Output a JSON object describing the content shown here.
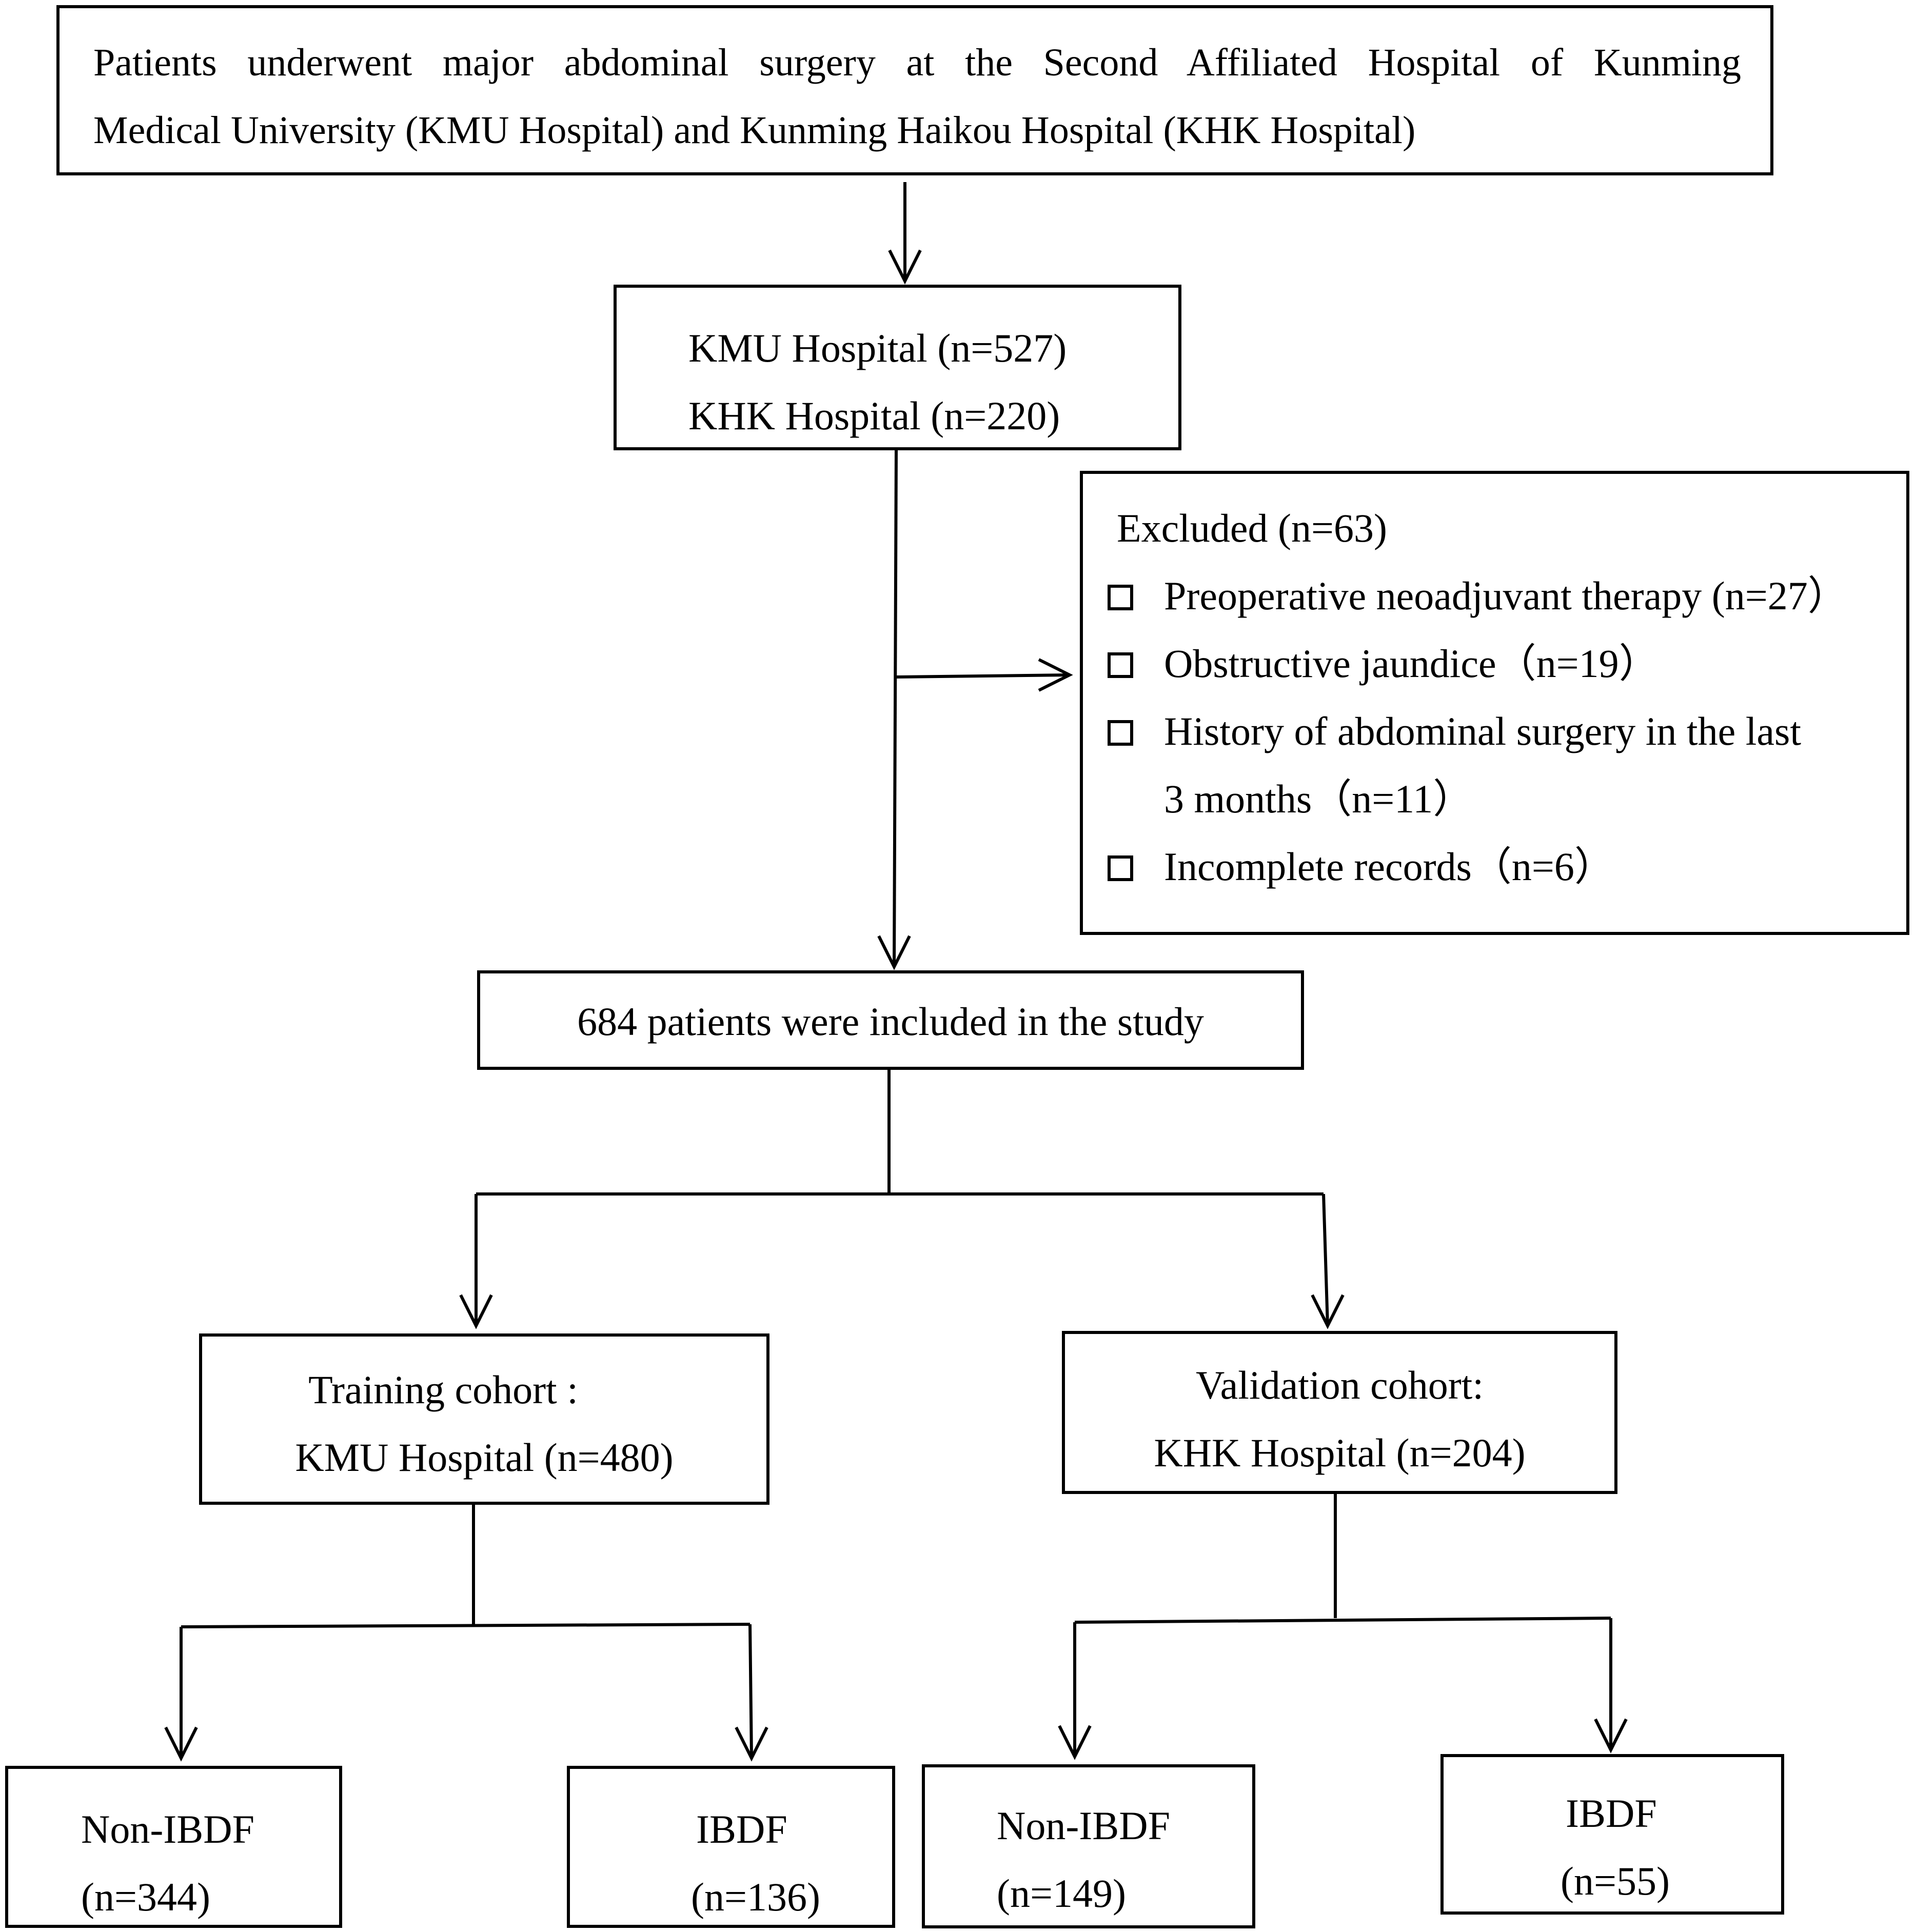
{
  "diagram": {
    "source_box": {
      "lines": [
        "Patients underwent major abdominal surgery at the Second Affiliated Hospital of Kunming",
        "Medical University (KMU Hospital) and Kunming Haikou Hospital (KHK Hospital)"
      ]
    },
    "hospitals_box": {
      "lines": [
        "KMU Hospital (n=527)",
        "KHK Hospital (n=220)"
      ]
    },
    "excluded_box": {
      "title": "Excluded (n=63)",
      "items": [
        {
          "lines": [
            "Preoperative neoadjuvant therapy (n=27）"
          ]
        },
        {
          "lines": [
            "Obstructive jaundice（n=19）"
          ]
        },
        {
          "lines": [
            "History of abdominal surgery in the last",
            "3 months（n=11）"
          ]
        },
        {
          "lines": [
            "Incomplete records（n=6）"
          ]
        }
      ]
    },
    "included_box": {
      "lines": [
        "684 patients were included in the study"
      ]
    },
    "training_box": {
      "lines": [
        "Training cohort :",
        "KMU Hospital (n=480)"
      ]
    },
    "validation_box": {
      "lines": [
        "Validation cohort:",
        "KHK Hospital (n=204)"
      ]
    },
    "training_non_ibdf": {
      "lines": [
        "Non-IBDF",
        "(n=344)"
      ]
    },
    "training_ibdf": {
      "lines": [
        "IBDF",
        "(n=136)"
      ]
    },
    "validation_non_ibdf": {
      "lines": [
        "Non-IBDF",
        "(n=149)"
      ]
    },
    "validation_ibdf": {
      "lines": [
        "IBDF",
        "(n=55)"
      ]
    }
  }
}
